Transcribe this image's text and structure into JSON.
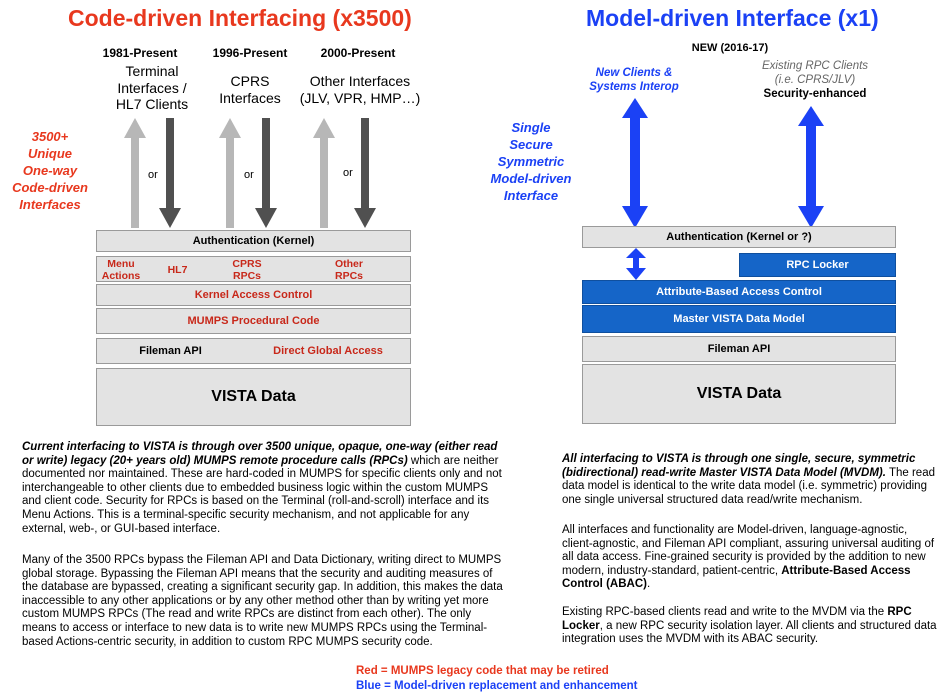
{
  "left": {
    "title": "Code-driven Interfacing (x3500)",
    "cols": [
      {
        "years": "1981-Present",
        "label1": "Terminal",
        "label2": "Interfaces /",
        "label3": "HL7 Clients"
      },
      {
        "years": "1996-Present",
        "label1": "CPRS",
        "label2": "Interfaces"
      },
      {
        "years": "2000-Present",
        "label1": "Other Interfaces",
        "label2": "(JLV, VPR, HMP…)"
      }
    ],
    "or_label": "or",
    "side_note": [
      "3500+",
      "Unique",
      "One-way",
      "Code-driven",
      "Interfaces"
    ],
    "stack": {
      "auth": "Authentication (Kernel)",
      "menu_actions": [
        "Menu",
        "Actions"
      ],
      "hl7": "HL7",
      "cprs_rpcs": [
        "CPRS",
        "RPCs"
      ],
      "other_rpcs": [
        "Other",
        "RPCs"
      ],
      "kernel_access": "Kernel Access Control",
      "mumps_code": "MUMPS Procedural Code",
      "fileman_api": "Fileman API",
      "direct_global": "Direct Global Access",
      "vista_data": "VISTA Data"
    },
    "desc1_bold": "Current interfacing  to VISTA is through over 3500 unique, opaque, one-way  (either read or write)  legacy (20+ years old)  MUMPS remote procedure calls (RPCs)",
    "desc1_rest": " which are neither documented nor maintained. These are hard-coded in MUMPS for specific clients only and not interchangeable to other clients due to embedded business logic within the custom MUMPS and client code.   Security for RPCs is based on the Terminal (roll-and-scroll) interface and its Menu Actions. This is a terminal-specific security mechanism, and not applicable for any external,  web-,  or GUI-based interface.",
    "desc2": "Many of the 3500 RPCs bypass the Fileman API and Data Dictionary, writing direct to MUMPS global storage. Bypassing the Fileman API means that the security and auditing measures of  the database are bypassed, creating a significant security gap. In addition, this makes the data inaccessible to any other applications or by any other method other than by writing yet more custom MUMPS RPCs (The read and write RPCs are distinct from each other).  The only means to access or interface to new data is to write new MUMPS RPCs using the Terminal-based Actions-centric security, in addition to custom RPC MUMPS security code."
  },
  "right": {
    "title": "Model-driven Interface (x1)",
    "new_label": "NEW (2016-17)",
    "new_clients": [
      "New Clients &",
      "Systems Interop"
    ],
    "existing_clients": [
      "Existing RPC Clients",
      "(i.e. CPRS/JLV)"
    ],
    "security_enhanced": "Security-enhanced",
    "side_note": [
      "Single",
      "Secure",
      "Symmetric",
      "Model-driven",
      "Interface"
    ],
    "stack": {
      "auth": "Authentication (Kernel or ?)",
      "rpc_locker": "RPC Locker",
      "abac": "Attribute-Based Access Control",
      "mvdm": "Master VISTA Data Model",
      "fileman_api": "Fileman API",
      "vista_data": "VISTA Data"
    },
    "desc1_bold": "All interfacing to VISTA is through one single, secure, symmetric (bidirectional)  read-write Master VISTA Data Model (MVDM).",
    "desc1_rest": "  The read data model is identical to the write data model (i.e. symmetric) providing one single universal structured data read/write mechanism.",
    "desc2_a": "All  interfaces and functionality are Model-driven,  language-agnostic, client-agnostic, and Fileman API compliant, assuring universal auditing of all data access. Fine-grained security is provided by the addition to new modern, industry-standard, patient-centric, ",
    "desc2_bold": "Attribute-Based Access Control (ABAC)",
    "desc2_b": ".",
    "desc3_a": "Existing RPC-based clients read and write to the MVDM via the ",
    "desc3_bold": "RPC Locker",
    "desc3_b": ", a new RPC security isolation layer.  All clients and structured data integration uses the MVDM with its ABAC security."
  },
  "legend": {
    "red": "Red = MUMPS legacy code that may be retired",
    "blue": "Blue = Model-driven replacement and enhancement"
  },
  "colors": {
    "red": "#e8381e",
    "blue": "#1b41f5",
    "box_blue": "#1565c8",
    "box_gray": "#e3e3e3"
  }
}
